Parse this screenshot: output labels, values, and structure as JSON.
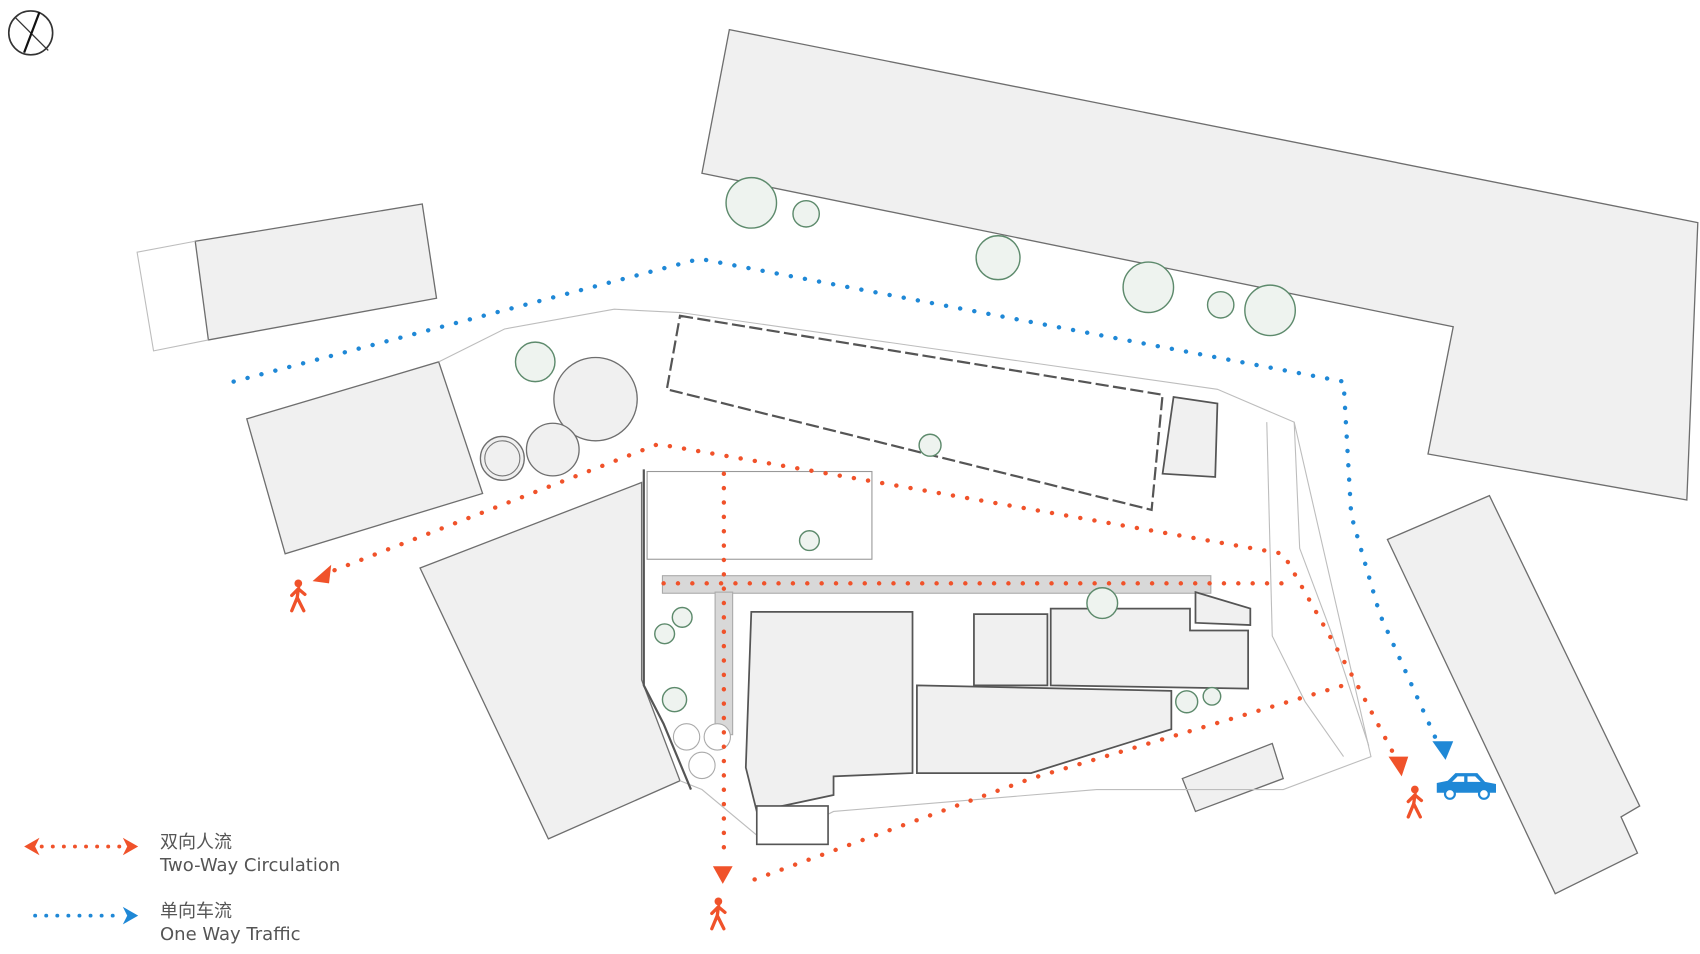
{
  "colors": {
    "pedestrian": "#f0522a",
    "vehicle": "#1f88d6",
    "building": "#f0f0f0",
    "tree": "#5d8a6c"
  },
  "icons": [
    "north-compass-icon",
    "pedestrian-icon",
    "car-icon",
    "tree-icon"
  ],
  "legend": [
    {
      "cn": "双向人流",
      "en": "Two-Way Circulation",
      "color": "#f0522a",
      "type": "two-way"
    },
    {
      "cn": "单向车流",
      "en": "One Way Traffic",
      "color": "#1f88d6",
      "type": "one-way"
    }
  ]
}
